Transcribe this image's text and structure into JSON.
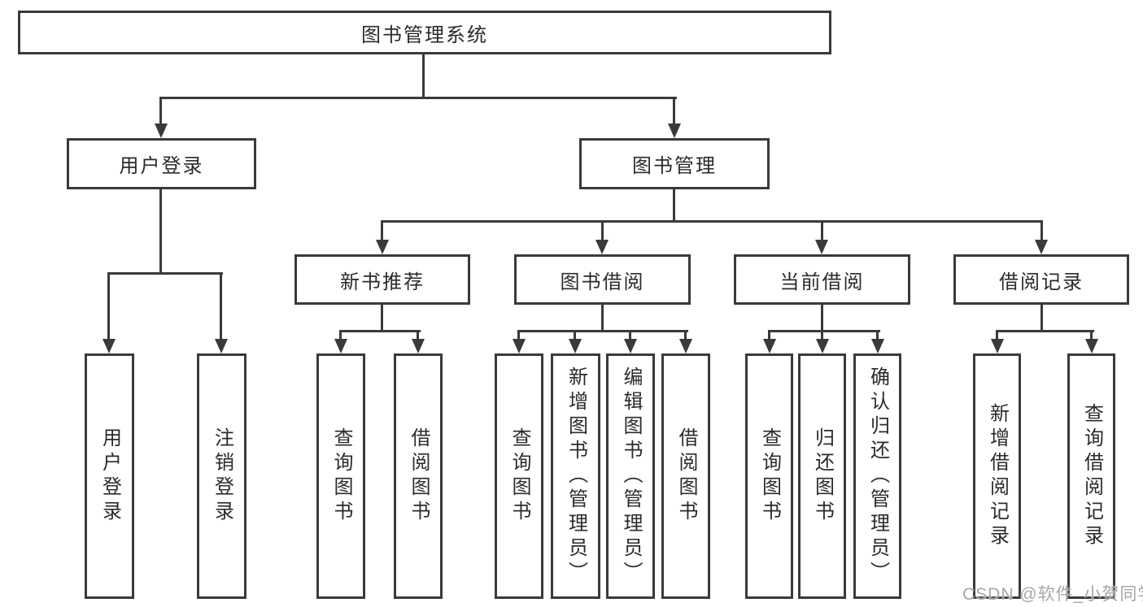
{
  "page": {
    "watermark": "CSDN @软件_小贺同学",
    "colors": {
      "line": "#3a3a3a",
      "box_border": "#3a3a3a",
      "text": "#2b2b2b",
      "background": "#ffffff",
      "watermark": "#a6a6a6"
    }
  },
  "hierarchy": {
    "label": "图书管理系统",
    "children": [
      {
        "label": "用户登录",
        "children": [
          {
            "label": "用户登录"
          },
          {
            "label": "注销登录"
          }
        ]
      },
      {
        "label": "图书管理",
        "children": [
          {
            "label": "新书推荐",
            "children": [
              {
                "label": "查询图书"
              },
              {
                "label": "借阅图书"
              }
            ]
          },
          {
            "label": "图书借阅",
            "children": [
              {
                "label": "查询图书"
              },
              {
                "label": "新增图书（管理员）"
              },
              {
                "label": "编辑图书（管理员）"
              },
              {
                "label": "借阅图书"
              }
            ]
          },
          {
            "label": "当前借阅",
            "children": [
              {
                "label": "查询图书"
              },
              {
                "label": "归还图书"
              },
              {
                "label": "确认归还（管理员）"
              }
            ]
          },
          {
            "label": "借阅记录",
            "children": [
              {
                "label": "新增借阅记录"
              },
              {
                "label": "查询借阅记录"
              }
            ]
          }
        ]
      }
    ]
  }
}
